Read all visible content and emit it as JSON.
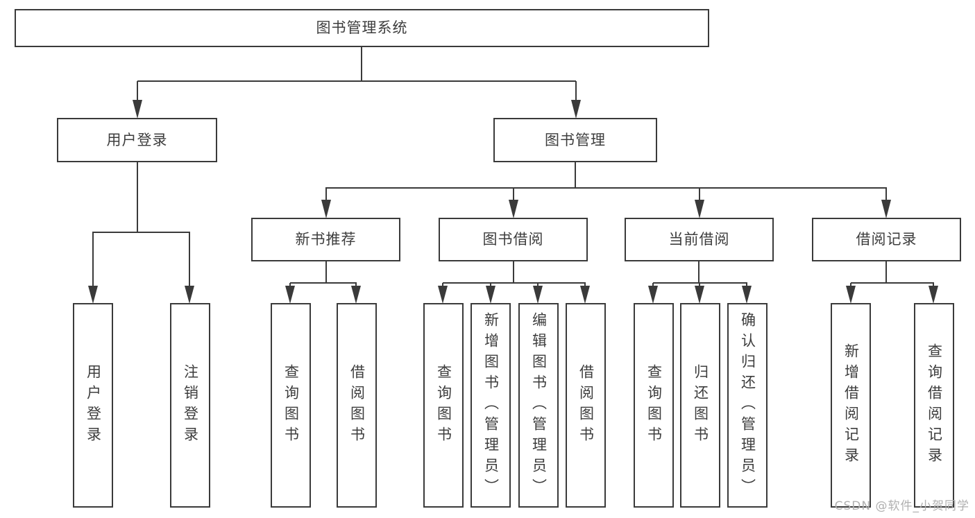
{
  "diagram_type": "functional-structure-tree",
  "tree": {
    "label": "图书管理系统",
    "children": [
      {
        "label": "用户登录",
        "children": [
          {
            "label": "用户登录"
          },
          {
            "label": "注销登录"
          }
        ]
      },
      {
        "label": "图书管理",
        "children": [
          {
            "label": "新书推荐",
            "children": [
              {
                "label": "查询图书"
              },
              {
                "label": "借阅图书"
              }
            ]
          },
          {
            "label": "图书借阅",
            "children": [
              {
                "label": "查询图书"
              },
              {
                "label": "新增图书（管理员）"
              },
              {
                "label": "编辑图书（管理员）"
              },
              {
                "label": "借阅图书"
              }
            ]
          },
          {
            "label": "当前借阅",
            "children": [
              {
                "label": "查询图书"
              },
              {
                "label": "归还图书"
              },
              {
                "label": "确认归还（管理员）"
              }
            ]
          },
          {
            "label": "借阅记录",
            "children": [
              {
                "label": "新增借阅记录"
              },
              {
                "label": "查询借阅记录"
              }
            ]
          }
        ]
      }
    ]
  },
  "watermark": "CSDN @软件_小贺同学",
  "colors": {
    "line": "#3a3a3a",
    "border": "#3a3a3a",
    "text": "#3d3d3d",
    "background": "#ffffff",
    "watermark": "#b0b0b0"
  }
}
